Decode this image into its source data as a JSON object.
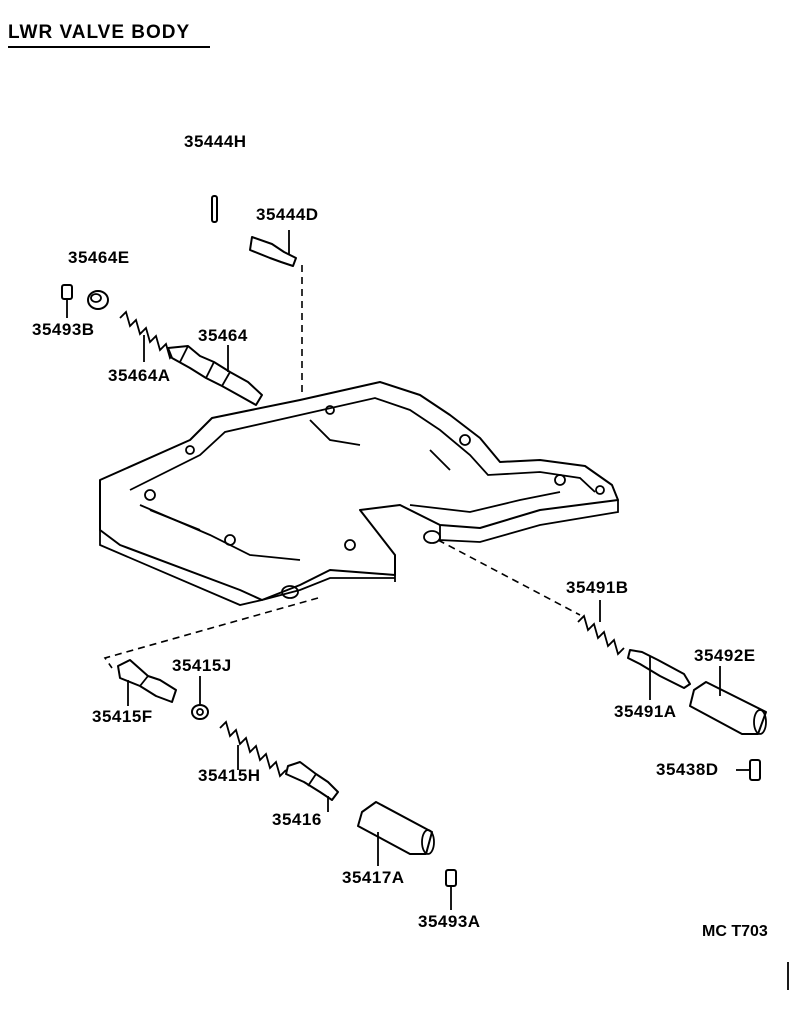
{
  "title": "LWR VALVE BODY",
  "drawing_code": "MC T703",
  "parts": {
    "p35444H": "35444H",
    "p35444D": "35444D",
    "p35464E": "35464E",
    "p35493B": "35493B",
    "p35464": "35464",
    "p35464A": "35464A",
    "p35491B": "35491B",
    "p35492E": "35492E",
    "p35491A": "35491A",
    "p35438D": "35438D",
    "p35415J": "35415J",
    "p35415F": "35415F",
    "p35415H": "35415H",
    "p35416": "35416",
    "p35417A": "35417A",
    "p35493A": "35493A"
  }
}
